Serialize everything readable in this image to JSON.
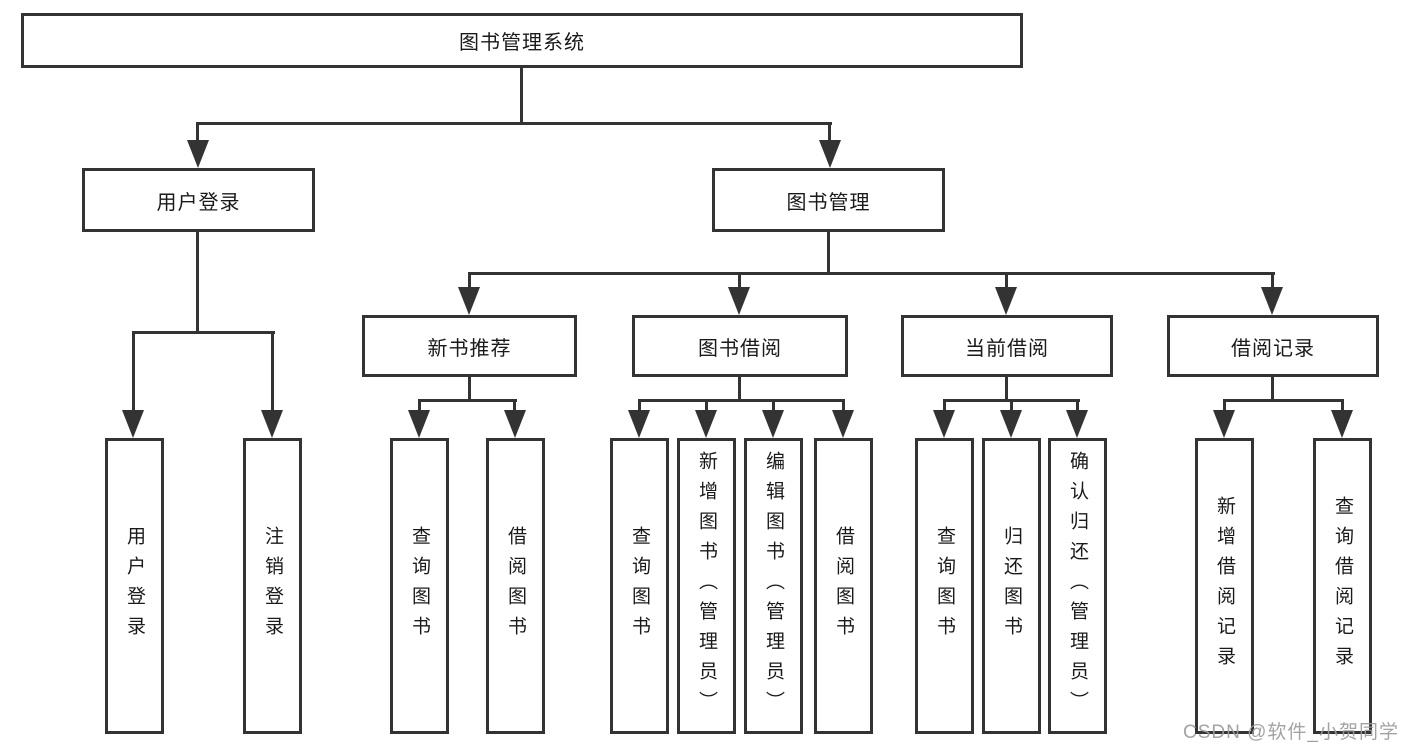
{
  "tree": {
    "root": {
      "label": "图书管理系统",
      "children": [
        {
          "label": "用户登录",
          "children": [
            {
              "label": "用户登录"
            },
            {
              "label": "注销登录"
            }
          ]
        },
        {
          "label": "图书管理",
          "children": [
            {
              "label": "新书推荐",
              "children": [
                {
                  "label": "查询图书"
                },
                {
                  "label": "借阅图书"
                }
              ]
            },
            {
              "label": "图书借阅",
              "children": [
                {
                  "label": "查询图书"
                },
                {
                  "label": "新增图书（管理员）"
                },
                {
                  "label": "编辑图书（管理员）"
                },
                {
                  "label": "借阅图书"
                }
              ]
            },
            {
              "label": "当前借阅",
              "children": [
                {
                  "label": "查询图书"
                },
                {
                  "label": "归还图书"
                },
                {
                  "label": "确认归还（管理员）"
                }
              ]
            },
            {
              "label": "借阅记录",
              "children": [
                {
                  "label": "新增借阅记录"
                },
                {
                  "label": "查询借阅记录"
                }
              ]
            }
          ]
        }
      ]
    }
  },
  "watermark": {
    "text": "CSDN @软件_小贺同学"
  },
  "colors": {
    "line": "#333333",
    "text": "#1a1a1a",
    "background": "#ffffff",
    "watermark": "#9b9b9b"
  }
}
